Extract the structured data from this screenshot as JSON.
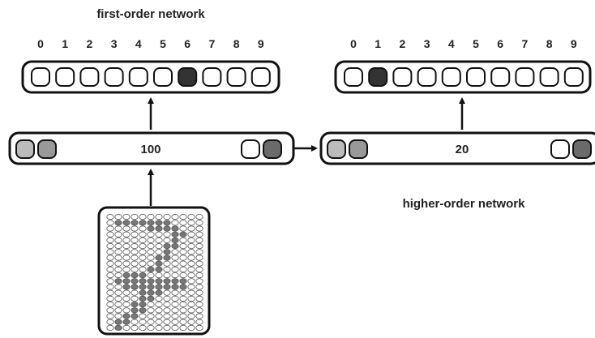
{
  "first_order": {
    "title": "first-order network",
    "digits": [
      "0",
      "1",
      "2",
      "3",
      "4",
      "5",
      "6",
      "7",
      "8",
      "9"
    ],
    "active_digit_index": 6,
    "hidden_count": "100"
  },
  "higher_order": {
    "title": "higher-order network",
    "digits": [
      "0",
      "1",
      "2",
      "3",
      "4",
      "5",
      "6",
      "7",
      "8",
      "9"
    ],
    "active_digit_index": 1,
    "hidden_count": "20"
  },
  "input_image": {
    "rows": [
      "000000000000",
      "011111110000",
      "000001111000",
      "000000001100",
      "000000001000",
      "000000011000",
      "000000010000",
      "000000110000",
      "000000100000",
      "000001100000",
      "001110000000",
      "011111111100",
      "001111111100",
      "000011100000",
      "000011000000",
      "000110000000",
      "000110000000",
      "001100000000",
      "011000000000",
      "010000000000"
    ]
  },
  "colors": {
    "active_unit": "#333333",
    "light_unit": "#bbbbbb",
    "mid_unit": "#999999",
    "dark_unit": "#6a6a6a",
    "pixel_on": "#777777",
    "outline": "#111111"
  }
}
